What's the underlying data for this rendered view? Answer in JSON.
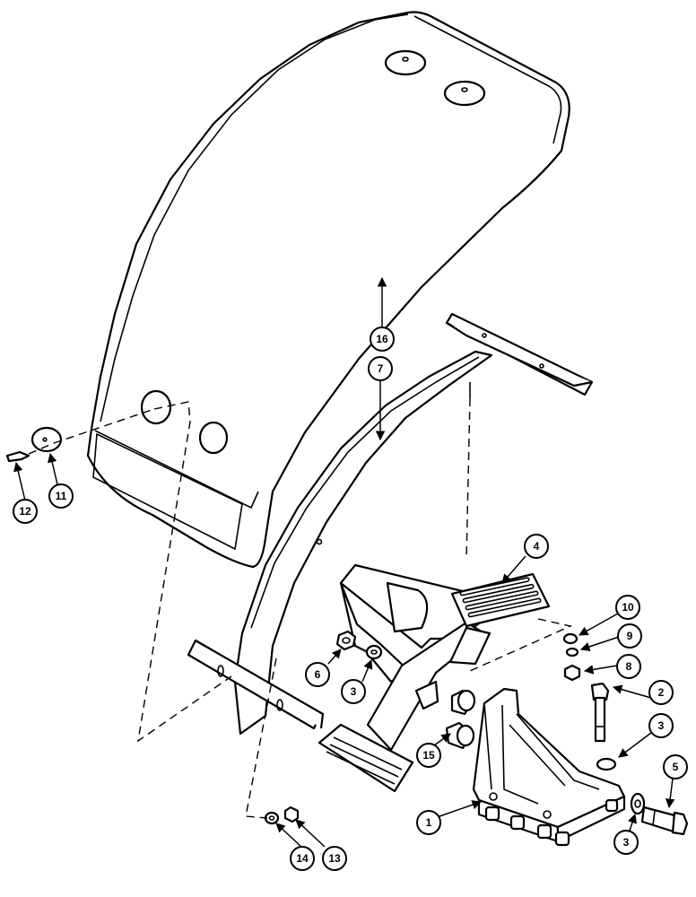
{
  "callouts": {
    "c1": "1",
    "c2": "2",
    "c3a": "3",
    "c3b": "3",
    "c3c": "3",
    "c4": "4",
    "c5": "5",
    "c6": "6",
    "c7": "7",
    "c8": "8",
    "c9": "9",
    "c10": "10",
    "c11": "11",
    "c12": "12",
    "c13": "13",
    "c14": "14",
    "c15": "15",
    "c16": "16"
  }
}
